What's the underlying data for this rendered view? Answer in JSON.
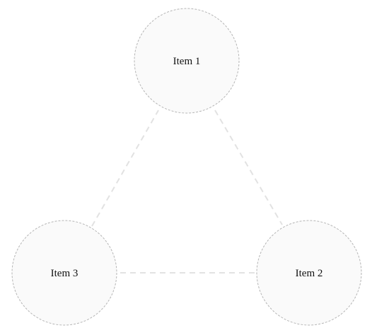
{
  "colors": {
    "node_fill": "#fafafa",
    "node_stroke": "#b5b5b5",
    "connector": "#e2e2e2",
    "label": "#111111"
  },
  "nodes": [
    {
      "id": "item-1",
      "label": "Item 1"
    },
    {
      "id": "item-2",
      "label": "Item 2"
    },
    {
      "id": "item-3",
      "label": "Item 3"
    }
  ],
  "connections": [
    {
      "from": "item-1",
      "to": "item-2"
    },
    {
      "from": "item-2",
      "to": "item-3"
    },
    {
      "from": "item-3",
      "to": "item-1"
    }
  ]
}
